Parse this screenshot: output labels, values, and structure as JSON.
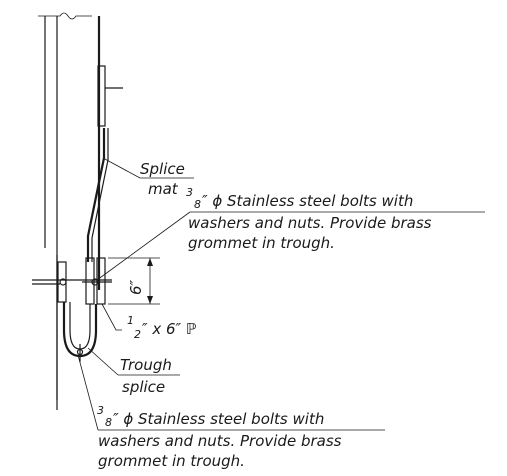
{
  "labels": {
    "splice_mat_line1": "Splice",
    "splice_mat_line2": "mat",
    "bolts_top_fraction_num": "3",
    "bolts_top_fraction_den": "8",
    "bolts_top_line1": "″ ϕ Stainless steel bolts with",
    "bolts_top_line2": "washers and nuts.  Provide brass",
    "bolts_top_line3": "grommet in trough.",
    "dimension_6in": "6″",
    "plate_fraction_num": "1",
    "plate_fraction_den": "2",
    "plate_text": "″ x 6″ ℙ",
    "trough_splice_line1": "Trough",
    "trough_splice_line2": "splice",
    "bolts_bottom_fraction_num": "3",
    "bolts_bottom_fraction_den": "8",
    "bolts_bottom_line1": "″ ϕ Stainless steel bolts with",
    "bolts_bottom_line2": "washers and nuts.  Provide brass",
    "bolts_bottom_line3": "grommet in trough."
  }
}
